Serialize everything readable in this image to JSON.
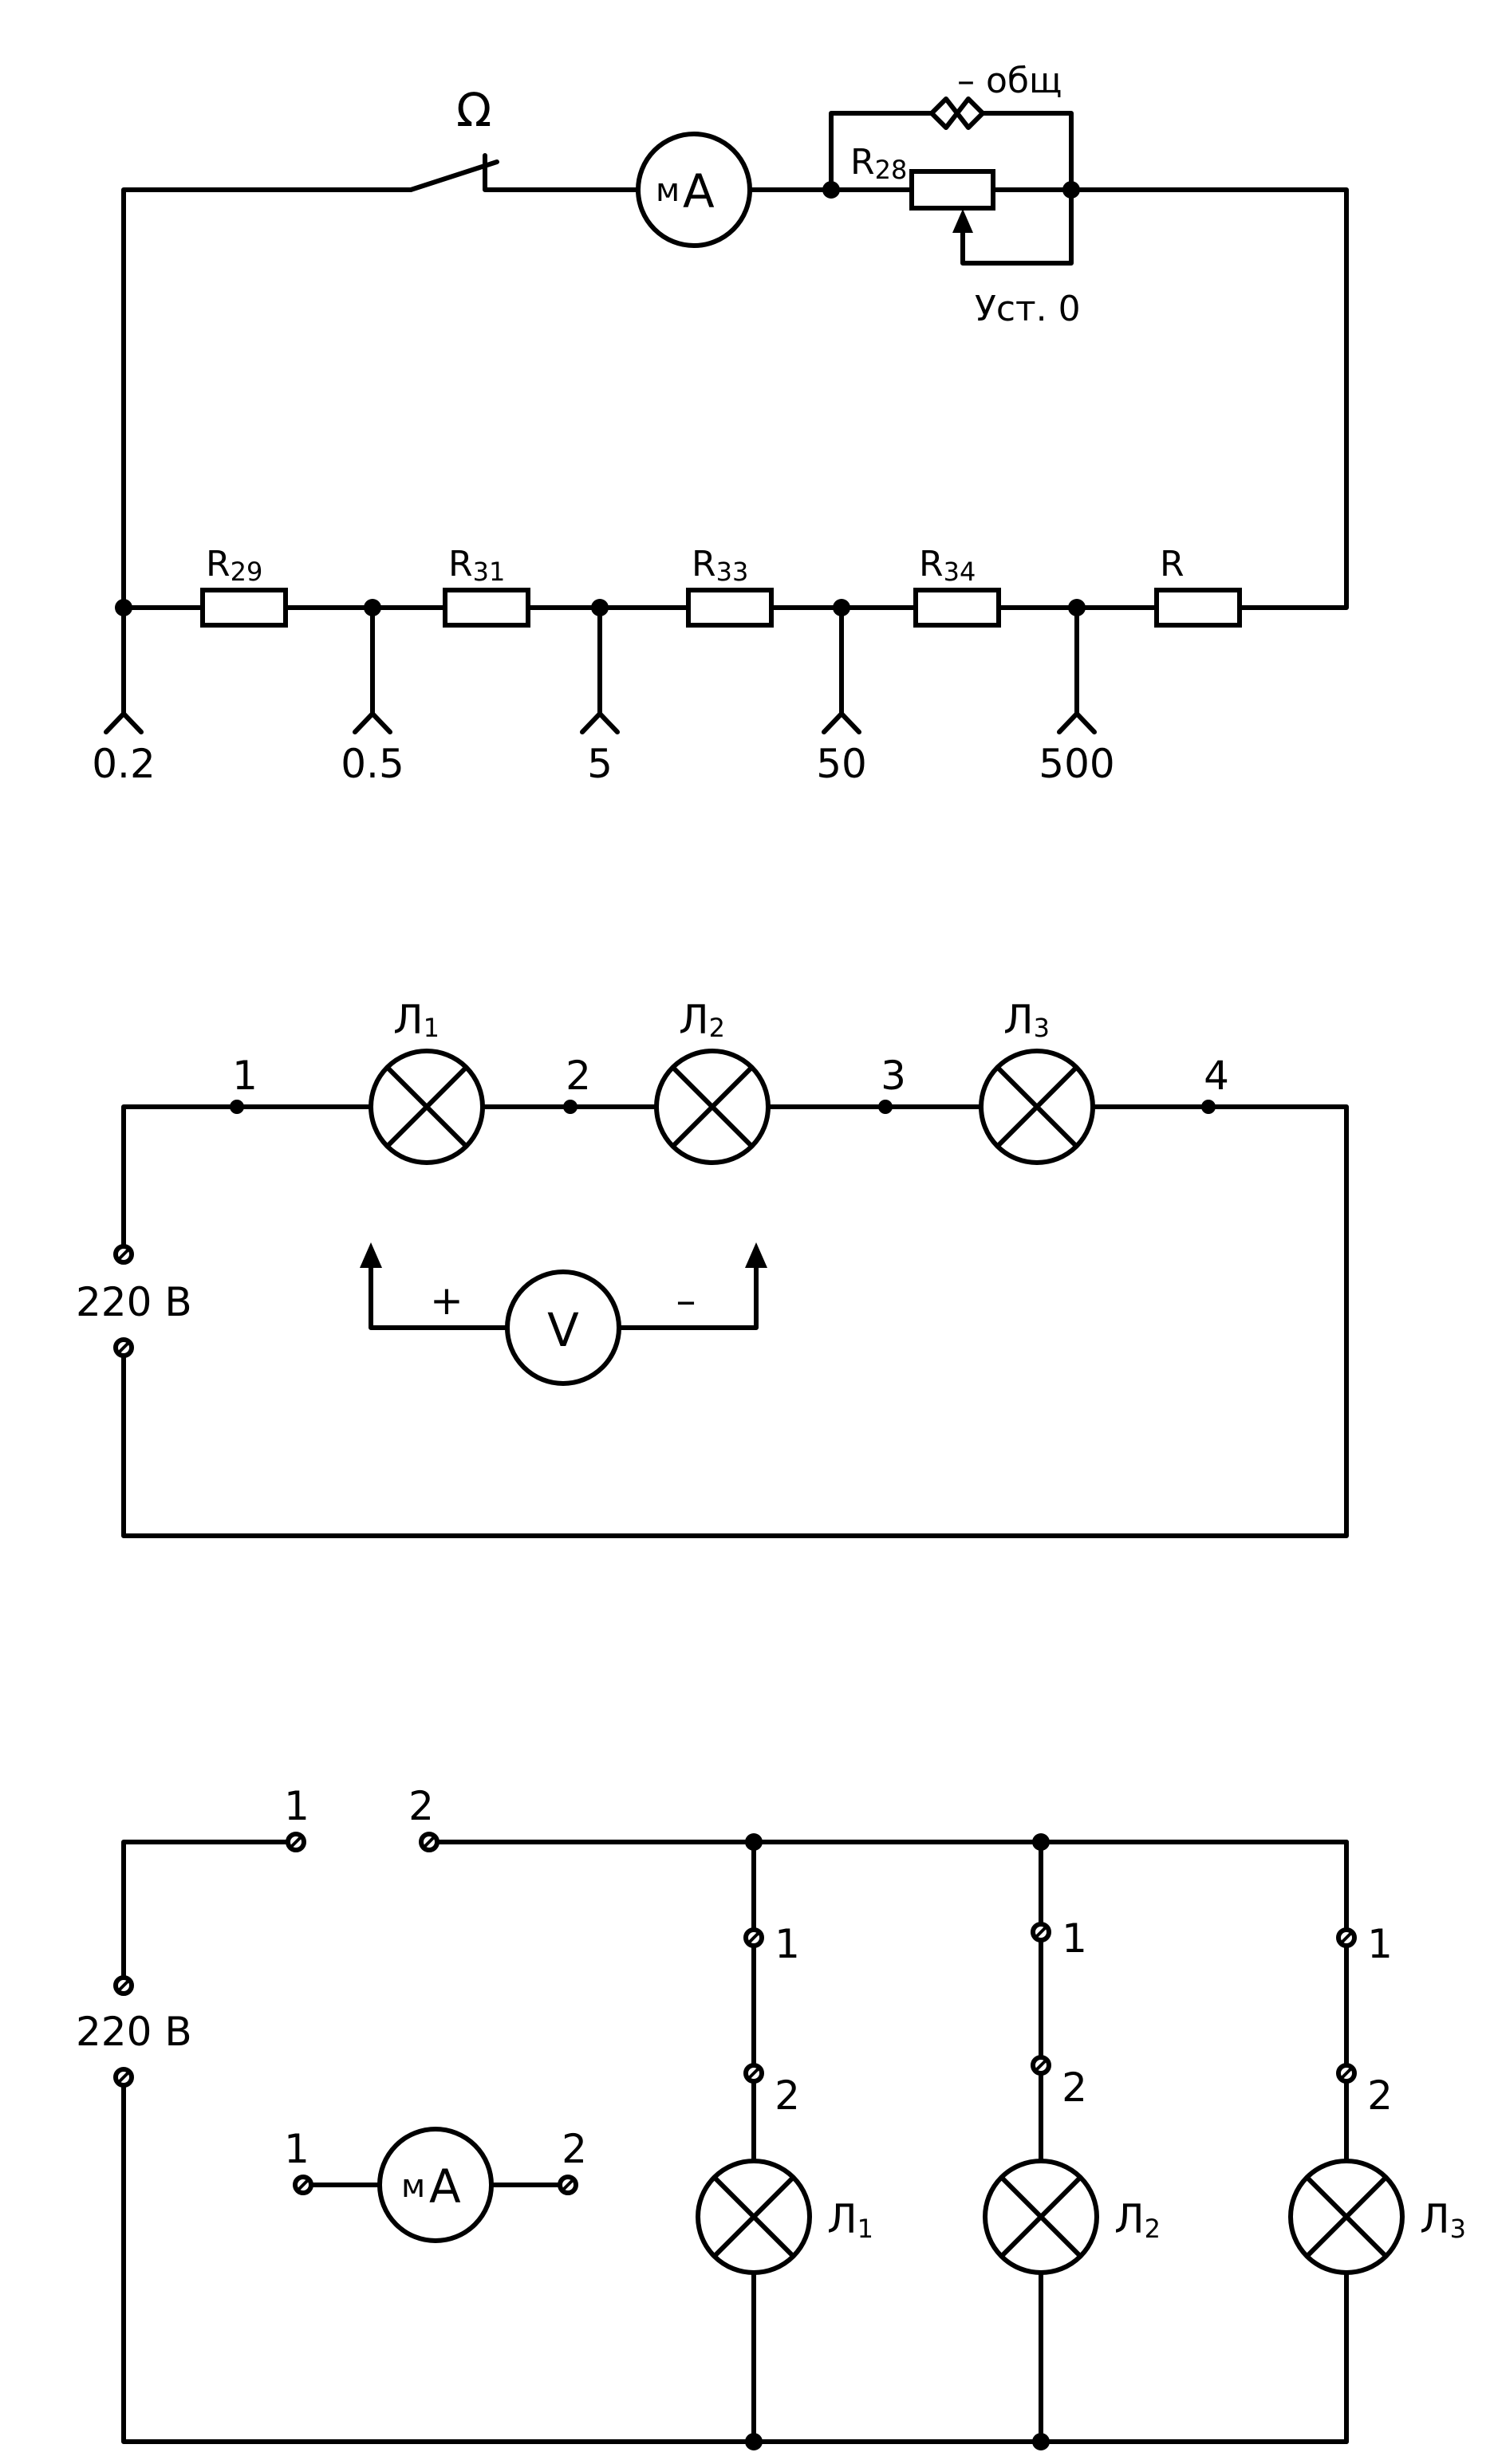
{
  "circuit1": {
    "ohm_symbol": "Ω",
    "milliammeter": {
      "prefix": "м",
      "unit": "А"
    },
    "common_label": "– общ",
    "zero_adjust_label": "Уст. 0",
    "r28": {
      "main": "R",
      "sub": "28"
    },
    "resistors": [
      {
        "main": "R",
        "sub": "29"
      },
      {
        "main": "R",
        "sub": "31"
      },
      {
        "main": "R",
        "sub": "33"
      },
      {
        "main": "R",
        "sub": "34"
      },
      {
        "main": "R",
        "sub": ""
      }
    ],
    "taps": [
      "0.2",
      "0.5",
      "5",
      "50",
      "500"
    ]
  },
  "circuit2": {
    "lamps": [
      {
        "main": "Л",
        "sub": "1"
      },
      {
        "main": "Л",
        "sub": "2"
      },
      {
        "main": "Л",
        "sub": "3"
      }
    ],
    "nodes": [
      "1",
      "2",
      "3",
      "4"
    ],
    "source_label": "220 В",
    "voltmeter": "V",
    "plus": "+",
    "minus": "–"
  },
  "circuit3": {
    "source_label": "220 В",
    "switch_terminals": [
      "1",
      "2"
    ],
    "branches": [
      {
        "t1": "1",
        "t2": "2",
        "lamp_main": "Л",
        "lamp_sub": "1"
      },
      {
        "t1": "1",
        "t2": "2",
        "lamp_main": "Л",
        "lamp_sub": "2"
      },
      {
        "t1": "1",
        "t2": "2",
        "lamp_main": "Л",
        "lamp_sub": "3"
      }
    ],
    "meter": {
      "prefix": "м",
      "unit": "А",
      "t1": "1",
      "t2": "2"
    }
  }
}
